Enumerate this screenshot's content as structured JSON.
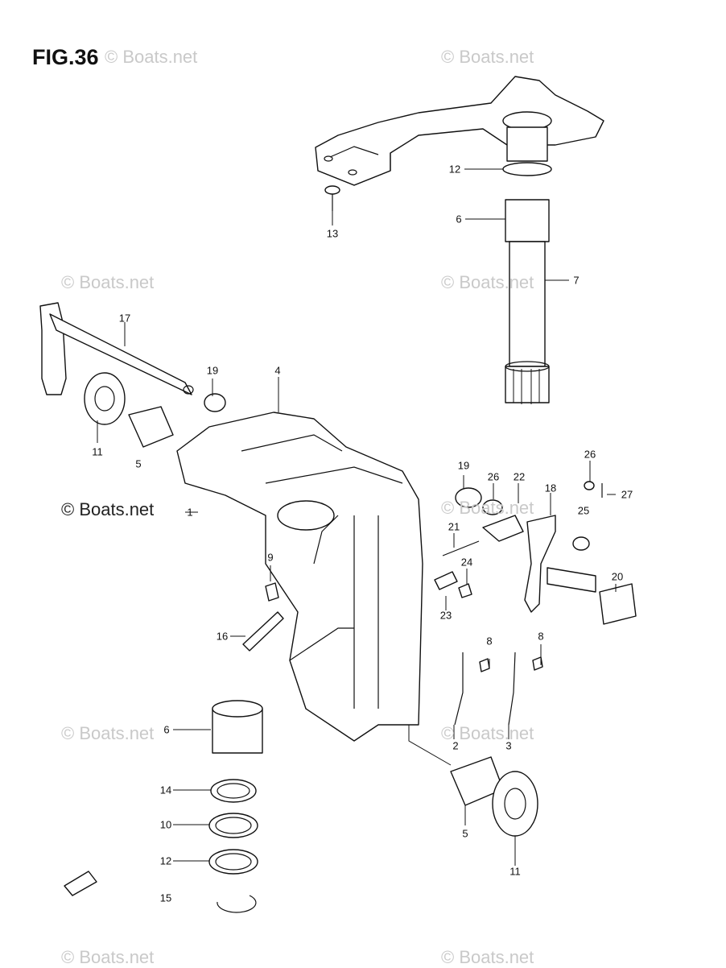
{
  "figure": {
    "title": "FIG.36"
  },
  "watermarks": [
    "© Boats.net",
    "© Boats.net",
    "© Boats.net",
    "© Boats.net",
    "© Boats.net",
    "© Boats.net",
    "© Boats.net",
    "© Boats.net",
    "© Boats.net",
    "© Boats.net"
  ],
  "callouts": [
    "12",
    "6",
    "13",
    "7",
    "17",
    "19",
    "4",
    "11",
    "5",
    "26",
    "19",
    "26",
    "22",
    "18",
    "27",
    "25",
    "21",
    "9",
    "24",
    "20",
    "23",
    "16",
    "8",
    "8",
    "6",
    "2",
    "3",
    "14",
    "10",
    "5",
    "12",
    "11",
    "15",
    "1"
  ]
}
